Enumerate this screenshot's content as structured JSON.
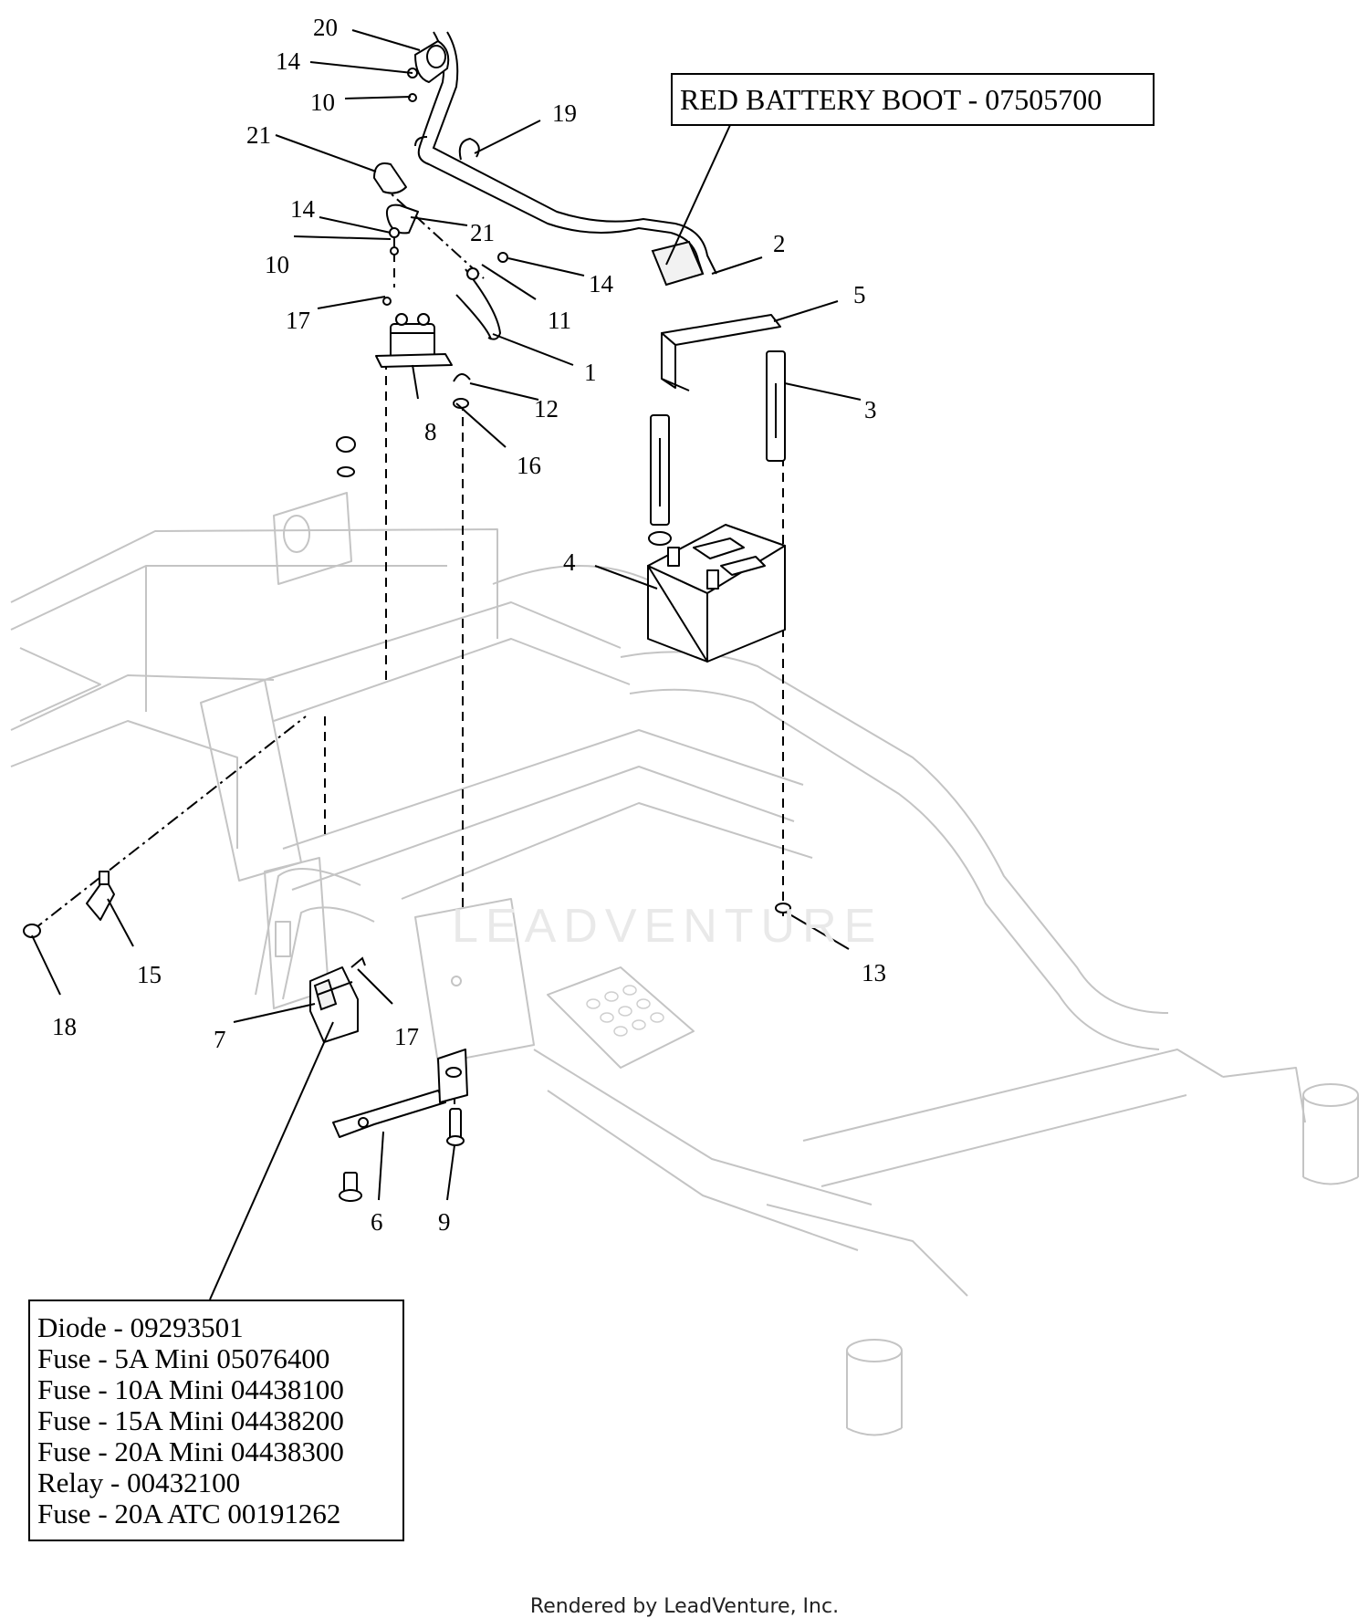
{
  "callouts": {
    "c1": "1",
    "c2": "2",
    "c3": "3",
    "c4": "4",
    "c5": "5",
    "c6": "6",
    "c7": "7",
    "c8": "8",
    "c9": "9",
    "c10a": "10",
    "c10b": "10",
    "c11": "11",
    "c12": "12",
    "c13": "13",
    "c14a": "14",
    "c14b": "14",
    "c14c": "14",
    "c15": "15",
    "c16": "16",
    "c17a": "17",
    "c17b": "17",
    "c18": "18",
    "c19": "19",
    "c20": "20",
    "c21a": "21",
    "c21b": "21"
  },
  "battery_boot_note": "RED BATTERY BOOT - 07505700",
  "parts_note": [
    "Diode - 09293501",
    "Fuse - 5A Mini 05076400",
    "Fuse - 10A Mini 04438100",
    "Fuse - 15A Mini 04438200",
    "Fuse - 20A Mini 04438300",
    "Relay - 00432100",
    "Fuse - 20A ATC 00191262"
  ],
  "watermark": "LEADVENTURE",
  "footer": "Rendered by LeadVenture, Inc."
}
